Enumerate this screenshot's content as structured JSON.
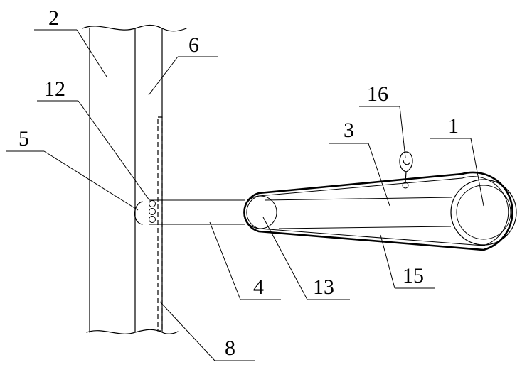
{
  "figure": {
    "labels": {
      "l1": "1",
      "l2": "2",
      "l3": "3",
      "l4": "4",
      "l5": "5",
      "l6": "6",
      "l8": "8",
      "l12": "12",
      "l13": "13",
      "l15": "15",
      "l16": "16"
    }
  }
}
